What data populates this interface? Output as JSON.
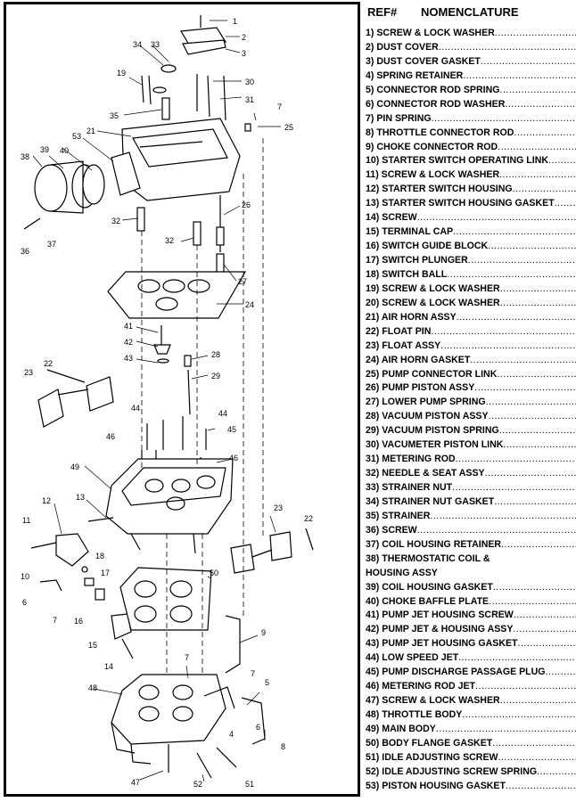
{
  "legend": {
    "header_ref": "REF#",
    "header_nomenclature": "NOMENCLATURE",
    "items": [
      "1) SCREW & LOCK WASHER",
      "2) DUST COVER",
      "3) DUST COVER GASKET",
      "4) SPRING RETAINER",
      "5) CONNECTOR ROD SPRING",
      "6) CONNECTOR ROD WASHER",
      "7) PIN SPRING",
      "8) THROTTLE CONNECTOR ROD",
      "9) CHOKE CONNECTOR ROD",
      "10) STARTER SWITCH OPERATING LINK",
      "11) SCREW & LOCK WASHER",
      "12) STARTER SWITCH HOUSING",
      "13) STARTER SWITCH HOUSING GASKET",
      "14) SCREW",
      "15) TERMINAL CAP",
      "16) SWITCH GUIDE BLOCK",
      "17) SWITCH PLUNGER",
      "18) SWITCH BALL",
      "19) SCREW & LOCK WASHER",
      "20) SCREW & LOCK WASHER",
      "21) AIR HORN ASSY",
      "22) FLOAT PIN",
      "23) FLOAT ASSY",
      "24) AIR HORN GASKET",
      "25) PUMP CONNECTOR LINK",
      "26) PUMP PISTON ASSY",
      "27) LOWER PUMP SPRING",
      "28) VACUUM PISTON ASSY",
      "29) VACUUM PISTON SPRING",
      "30) VACUMETER PISTON LINK",
      "31) METERING ROD",
      "32) NEEDLE & SEAT ASSY",
      "33) STRAINER NUT",
      "34) STRAINER NUT GASKET",
      "35) STRAINER",
      "36) SCREW",
      "37) COIL HOUSING RETAINER",
      "38) THERMOSTATIC COIL &",
      "HOUSING ASSY",
      "39) COIL HOUSING GASKET",
      "40) CHOKE BAFFLE PLATE",
      "41) PUMP JET HOUSING SCREW",
      "42) PUMP JET & HOUSING ASSY",
      "43) PUMP JET HOUSING GASKET",
      "44) LOW SPEED JET",
      "45) PUMP DISCHARGE PASSAGE PLUG",
      "46) METERING ROD JET",
      "47) SCREW & LOCK WASHER",
      "48) THROTTLE BODY",
      "49) MAIN BODY",
      "50) BODY FLANGE GASKET",
      "51) IDLE ADJUSTING SCREW",
      "52) IDLE ADJUSTING SCREW SPRING",
      "53) PISTON HOUSING GASKET"
    ]
  },
  "callouts": [
    "1",
    "2",
    "3",
    "34",
    "33",
    "19",
    "30",
    "31",
    "35",
    "7",
    "25",
    "21",
    "53",
    "40",
    "39",
    "38",
    "32",
    "26",
    "32",
    "36",
    "37",
    "27",
    "24",
    "41",
    "42",
    "43",
    "28",
    "29",
    "22",
    "23",
    "44",
    "44",
    "45",
    "46",
    "46",
    "49",
    "12",
    "13",
    "11",
    "23",
    "22",
    "18",
    "17",
    "10",
    "6",
    "7",
    "50",
    "16",
    "15",
    "14",
    "9",
    "7",
    "48",
    "7",
    "5",
    "4",
    "6",
    "8",
    "47",
    "52",
    "51"
  ]
}
